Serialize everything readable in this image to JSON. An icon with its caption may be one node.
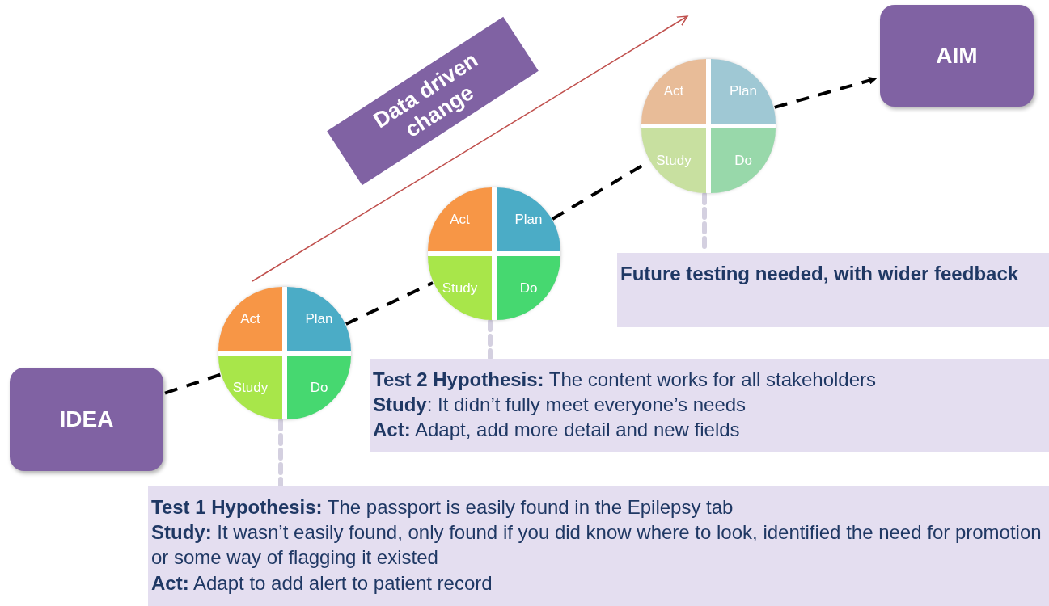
{
  "diagram": {
    "nodes": [
      {
        "text": [
          "IDEA"
        ]
      },
      {
        "text": [],
        "shape": "circle"
      },
      {
        "text": [
          "Act"
        ],
        "in": 1
      },
      {
        "text": [
          "Plan"
        ],
        "in": 1
      },
      {
        "text": [
          "Study"
        ],
        "in": 1
      },
      {
        "text": [
          "Do"
        ],
        "in": 1
      },
      {
        "text": [],
        "shape": "circle"
      },
      {
        "text": [
          "Act"
        ],
        "in": 6
      },
      {
        "text": [
          "Plan"
        ],
        "in": 6
      },
      {
        "text": [
          "Study"
        ],
        "in": 6
      },
      {
        "text": [
          "Do"
        ],
        "in": 6
      },
      {
        "text": [],
        "shape": "circle"
      },
      {
        "text": [
          "Act"
        ],
        "in": 11
      },
      {
        "text": [
          "Plan"
        ],
        "in": 11
      },
      {
        "text": [
          "Study"
        ],
        "in": 11
      },
      {
        "text": [
          "Do"
        ],
        "in": 11
      },
      {
        "text": [
          "AIM"
        ]
      },
      {
        "text": [
          "Data driven change"
        ]
      },
      {
        "text": [
          "**Test 1 Hypothesis:** The passport is easily found in the Epilepsy tab",
          "**Study:** It wasn’t easily found, only found if you did know where to look, identified the need for promotion or some way of flagging it existed",
          "**Act:** Adapt to add alert to patient record"
        ]
      },
      {
        "text": [
          "**Test 2 Hypothesis:** The content works for all stakeholders",
          "**Study**: It didn’t fully meet everyone’s needs",
          "**Act:** Adapt, add more detail and new fields"
        ]
      },
      {
        "text": [
          "Future testing needed, with wider feedback"
        ]
      }
    ],
    "edges": [
      {
        "from": 0,
        "to": 1,
        "arrow": "none",
        "style": "dashed"
      },
      {
        "from": 1,
        "to": 6,
        "arrow": "none",
        "style": "dashed"
      },
      {
        "from": 6,
        "to": 11,
        "arrow": "none",
        "style": "dashed"
      },
      {
        "from": 11,
        "to": 16,
        "arrow": "to",
        "style": "dashed"
      },
      {
        "from": 1,
        "to": 18,
        "arrow": "none",
        "style": "dashed",
        "color": "#d4d0e0"
      },
      {
        "from": 6,
        "to": 19,
        "arrow": "none",
        "style": "dashed",
        "color": "#d4d0e0"
      },
      {
        "from": 11,
        "to": 20,
        "arrow": "none",
        "style": "dashed",
        "color": "#d4d0e0"
      }
    ]
  }
}
